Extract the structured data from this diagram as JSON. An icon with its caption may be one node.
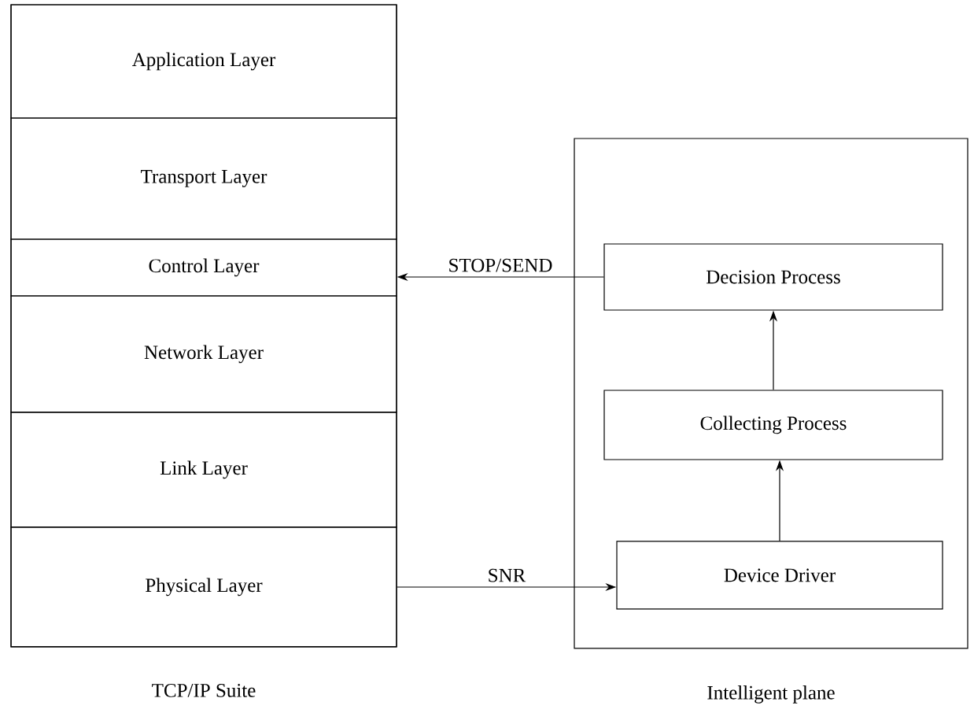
{
  "diagram": {
    "nodes": [
      {
        "text": [
          "TCP/IP Suite"
        ]
      },
      {
        "text": [
          "Application Layer"
        ],
        "in": 0
      },
      {
        "text": [
          "Transport Layer"
        ],
        "in": 0
      },
      {
        "text": [
          "Control Layer"
        ],
        "in": 0
      },
      {
        "text": [
          "Network Layer"
        ],
        "in": 0
      },
      {
        "text": [
          "Link Layer"
        ],
        "in": 0
      },
      {
        "text": [
          "Physical Layer"
        ],
        "in": 0
      },
      {
        "text": [
          "Intelligent plane"
        ]
      },
      {
        "text": [
          "Decision Process"
        ],
        "in": 7
      },
      {
        "text": [
          "Collecting Process"
        ],
        "in": 7
      },
      {
        "text": [
          "Device Driver"
        ],
        "in": 7
      }
    ],
    "edges": [
      {
        "from": 8,
        "to": 3,
        "arrow": "to",
        "label": "STOP/SEND"
      },
      {
        "from": 6,
        "to": 10,
        "arrow": "to",
        "label": "SNR"
      },
      {
        "from": 10,
        "to": 9,
        "arrow": "to"
      },
      {
        "from": 9,
        "to": 8,
        "arrow": "to"
      }
    ]
  }
}
